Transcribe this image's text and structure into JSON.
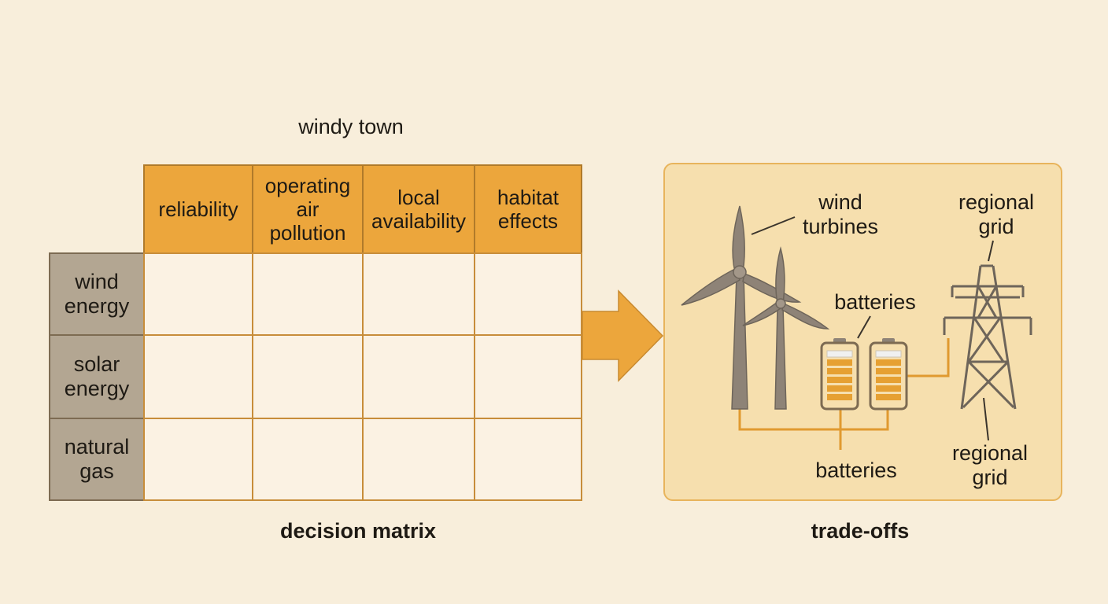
{
  "matrix": {
    "title": "windy town",
    "columns": [
      "reliability",
      "operating\nair\npollution",
      "local\navailability",
      "habitat\neffects"
    ],
    "rows": [
      "wind\nenergy",
      "solar\nenergy",
      "natural\ngas"
    ],
    "caption": "decision matrix"
  },
  "tradeoffs": {
    "caption": "trade-offs",
    "labels": {
      "wind_turbines": "wind\nturbines",
      "batteries_top": "batteries",
      "batteries_bottom": "batteries",
      "regional_grid_top": "regional\ngrid",
      "regional_grid_bottom": "regional\ngrid"
    }
  },
  "colors": {
    "header_fill": "#eca63c",
    "row_header_fill": "#b3a692",
    "cell_fill": "#fbf2e3",
    "panel_fill": "#f6dfae",
    "arrow_fill": "#eca63c",
    "turbine_color": "#8e8377",
    "wire_color": "#e09a30"
  }
}
